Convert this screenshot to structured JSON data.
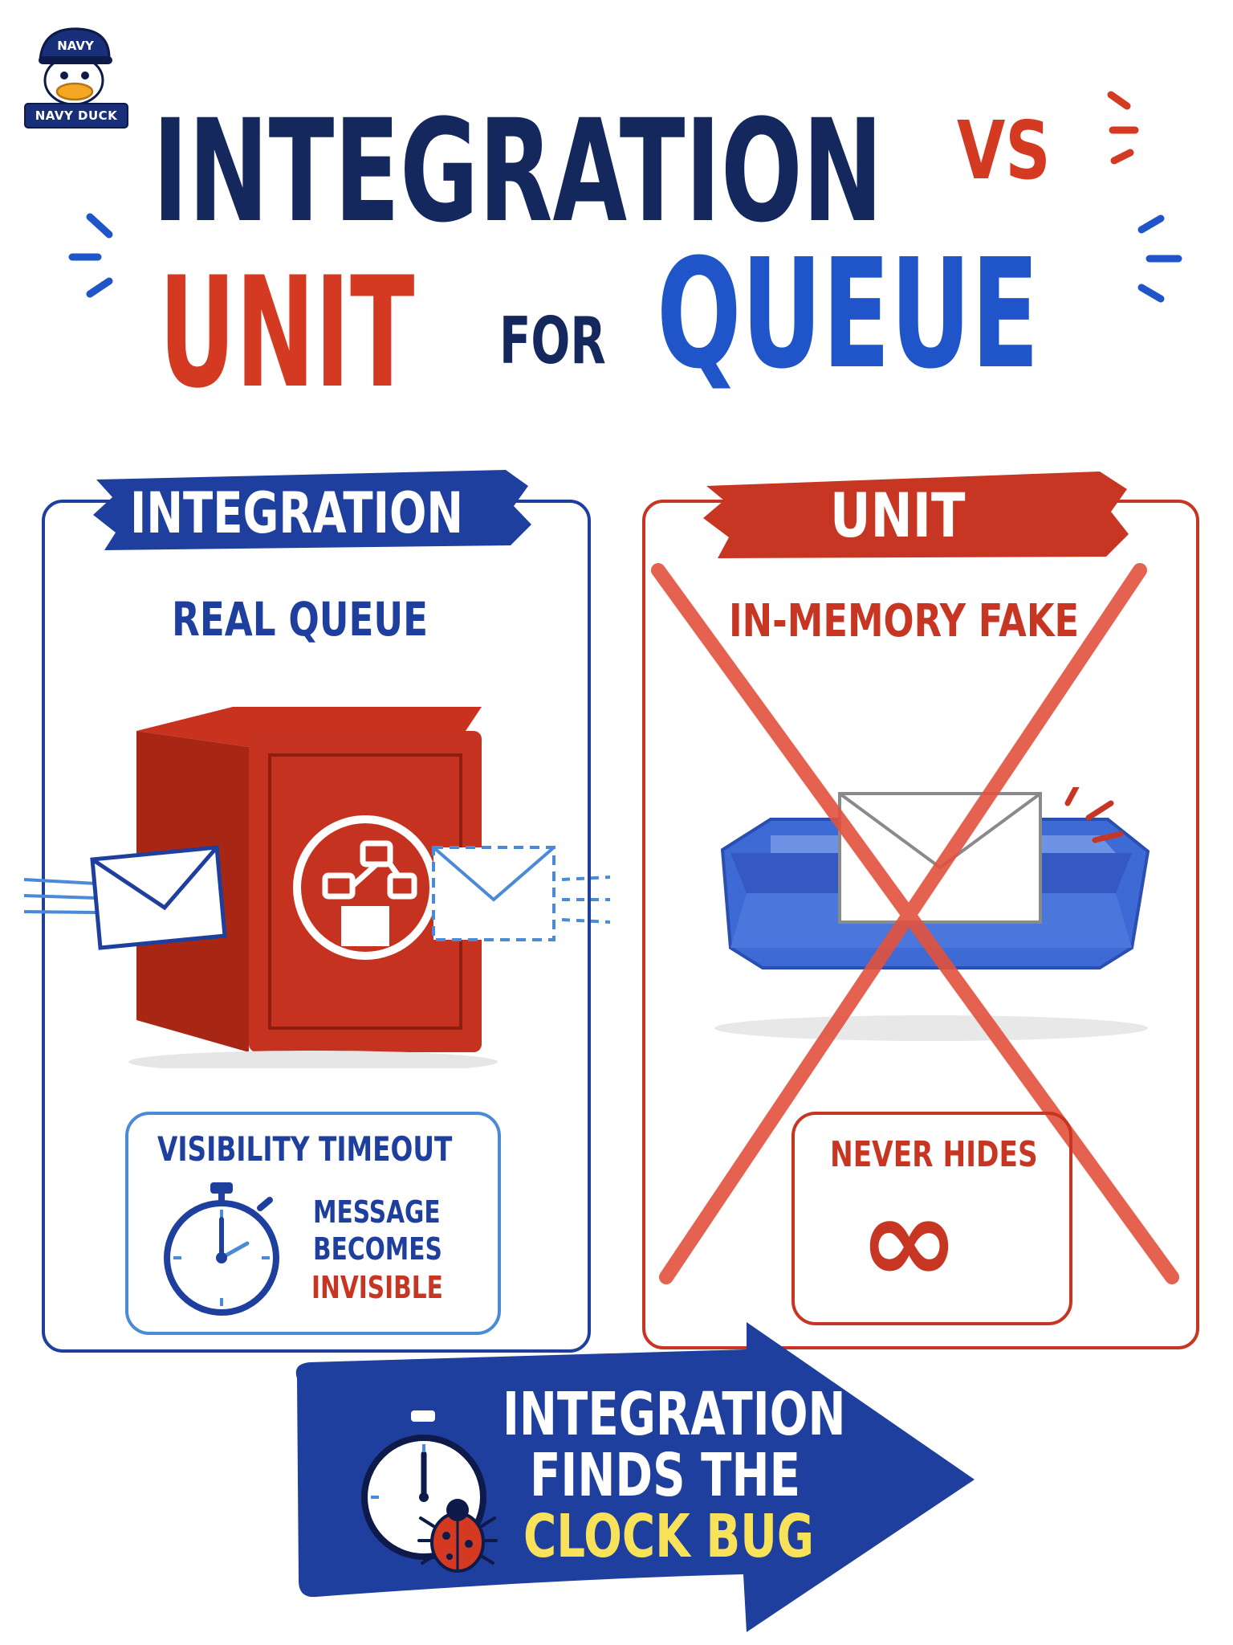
{
  "logo": {
    "cap_text": "NAVY",
    "label": "NAVY DUCK"
  },
  "title": {
    "word1": "INTEGRATION",
    "word2": "VS",
    "word3": "UNIT",
    "word4": "FOR",
    "word5": "QUEUE"
  },
  "integration_panel": {
    "heading": "INTEGRATION",
    "subheading": "REAL QUEUE",
    "info_title": "VISIBILITY TIMEOUT",
    "info_line1": "MESSAGE",
    "info_line2": "BECOMES",
    "info_line3": "INVISIBLE"
  },
  "unit_panel": {
    "heading": "UNIT",
    "subheading": "IN-MEMORY FAKE",
    "info_title": "NEVER HIDES",
    "info_symbol": "∞"
  },
  "conclusion": {
    "line1": "INTEGRATION",
    "line2": "FINDS THE",
    "line3": "CLOCK BUG"
  },
  "colors": {
    "navy": "#14285e",
    "red": "#d43a22",
    "blue": "#1f55c9",
    "yellow": "#f8e25a"
  },
  "icons": [
    "navy-duck-logo",
    "queue-box-icon",
    "envelope-icon",
    "stopwatch-icon",
    "tray-icon",
    "infinity-icon",
    "bug-icon",
    "arrow-icon",
    "cross-out-mark"
  ]
}
